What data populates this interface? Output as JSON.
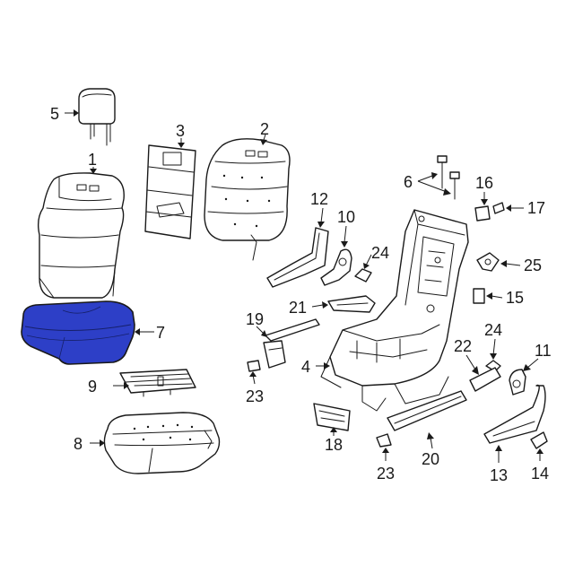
{
  "diagram": {
    "highlight_color": "#2d3fc7",
    "line_color": "#1a1a1a",
    "callouts": {
      "c1": "1",
      "c2": "2",
      "c3": "3",
      "c4": "4",
      "c5": "5",
      "c6": "6",
      "c7": "7",
      "c8": "8",
      "c9": "9",
      "c10": "10",
      "c11": "11",
      "c12": "12",
      "c13": "13",
      "c14": "14",
      "c15": "15",
      "c16": "16",
      "c17": "17",
      "c18": "18",
      "c19": "19",
      "c20": "20",
      "c21": "21",
      "c22": "22",
      "c23a": "23",
      "c23b": "23",
      "c24a": "24",
      "c24b": "24",
      "c25": "25"
    }
  }
}
